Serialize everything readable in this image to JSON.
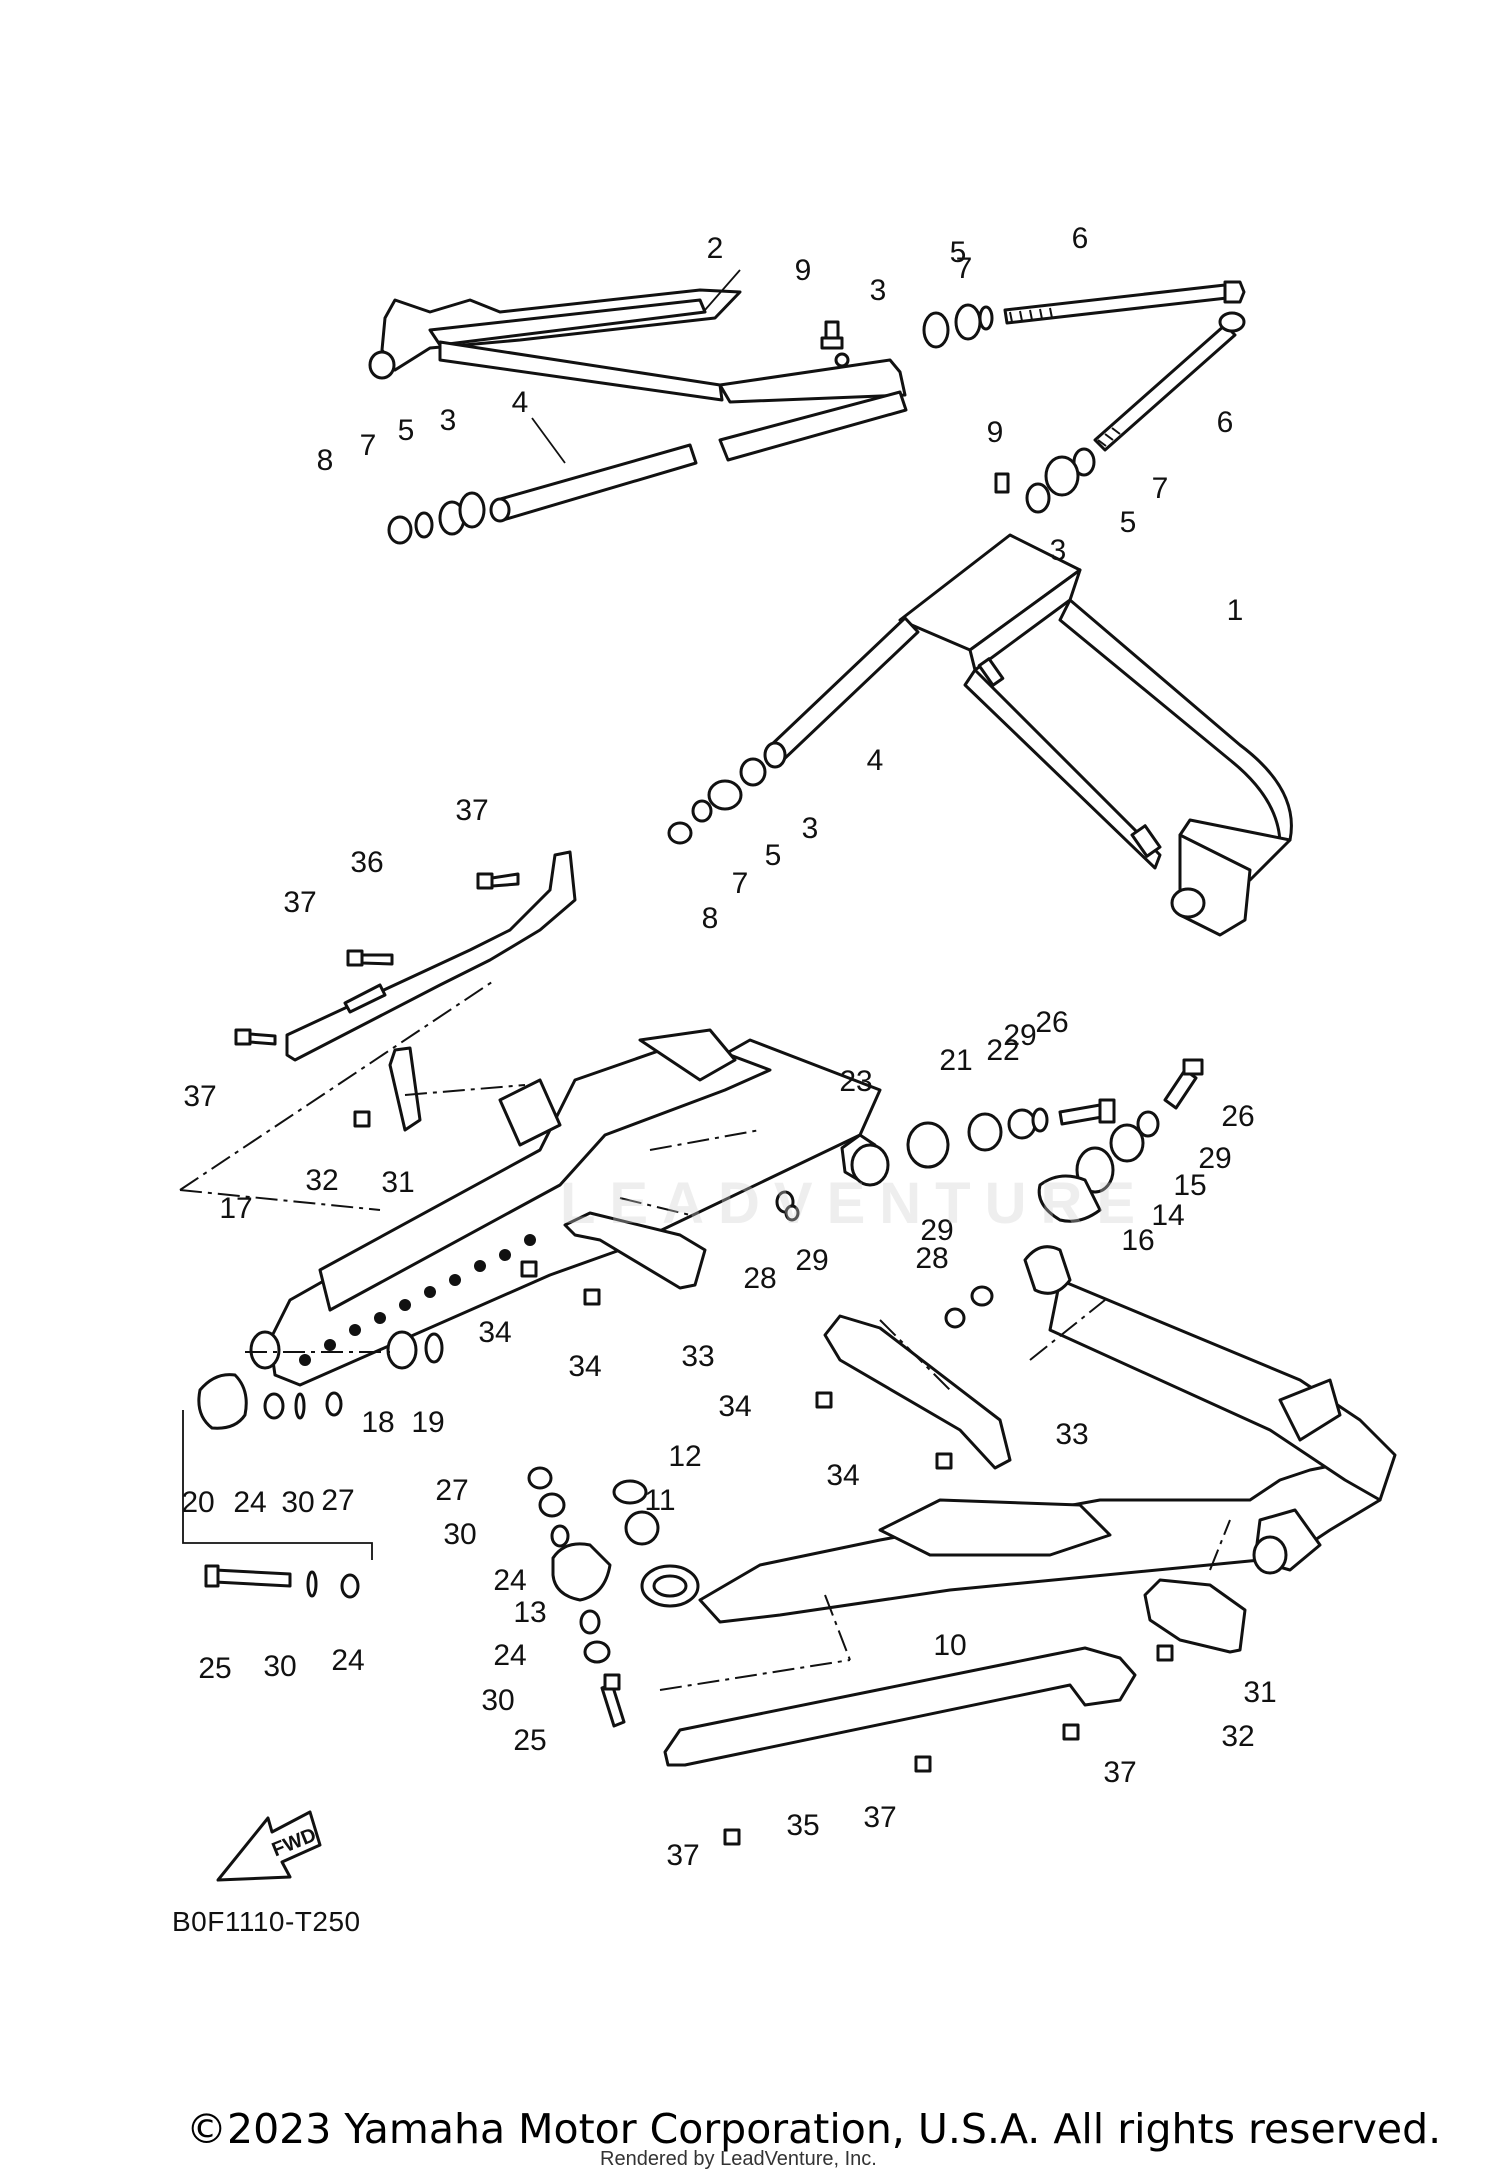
{
  "diagram": {
    "code": "B0F1110-T250",
    "fwd_label": "FWD",
    "watermark": "LEADVENTURE",
    "callouts": [
      "1",
      "2",
      "3",
      "4",
      "5",
      "6",
      "7",
      "8",
      "9",
      "10",
      "11",
      "12",
      "13",
      "14",
      "15",
      "16",
      "17",
      "18",
      "19",
      "20",
      "21",
      "22",
      "23",
      "24",
      "25",
      "26",
      "27",
      "28",
      "29",
      "30",
      "31",
      "32",
      "33",
      "34",
      "35",
      "36",
      "37"
    ]
  },
  "footer": {
    "copyright": "©2023 Yamaha Motor Corporation, U.S.A. All rights reserved.",
    "rendered_by": "Rendered by LeadVenture, Inc."
  }
}
